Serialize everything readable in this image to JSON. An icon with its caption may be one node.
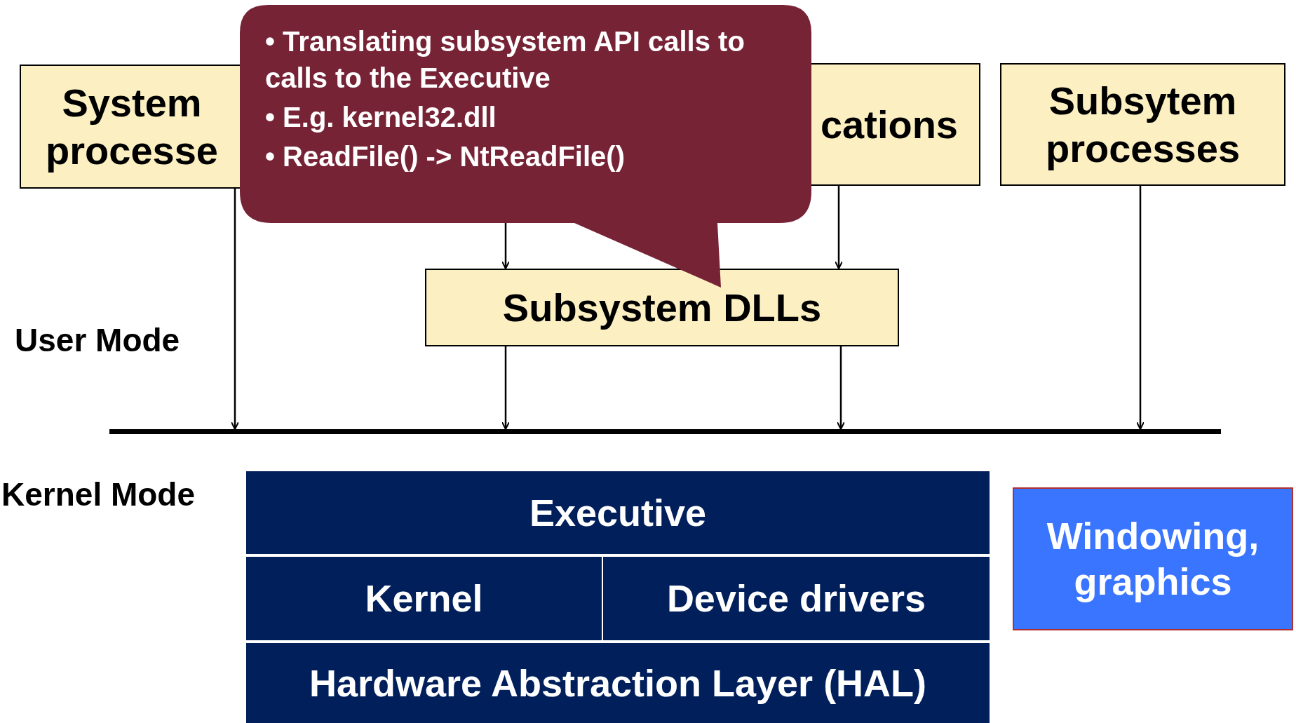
{
  "diagram": {
    "nodes": [
      {
        "text": [
          "System processe"
        ]
      },
      {
        "text": [
          "cations"
        ]
      },
      {
        "text": [
          "Subsytem processes"
        ]
      },
      {
        "text": [
          "Subsystem DLLs"
        ]
      },
      {
        "text": [
          "• Translating subsystem API calls to calls to the Executive",
          "• E.g. kernel32.dll",
          "• ReadFile() -> NtReadFile()"
        ]
      },
      {
        "text": [],
        "shape": "bar"
      },
      {
        "text": [
          "Executive"
        ]
      },
      {
        "text": [
          "Kernel"
        ]
      },
      {
        "text": [
          "Device drivers"
        ]
      },
      {
        "text": [
          "Hardware Abstraction Layer (HAL)"
        ]
      },
      {
        "text": [
          "Windowing, graphics"
        ]
      }
    ],
    "edges": [
      {
        "from": 0,
        "to": 5,
        "arrow": "to"
      },
      {
        "from": 4,
        "to": 3,
        "arrow": "to"
      },
      {
        "from": 1,
        "to": 3,
        "arrow": "to"
      },
      {
        "from": 3,
        "to": 5,
        "arrow": "to"
      },
      {
        "from": 3,
        "to": 5,
        "arrow": "to"
      },
      {
        "from": 2,
        "to": 5,
        "arrow": "to"
      }
    ],
    "labels": [
      "User Mode",
      "Kernel Mode"
    ]
  }
}
